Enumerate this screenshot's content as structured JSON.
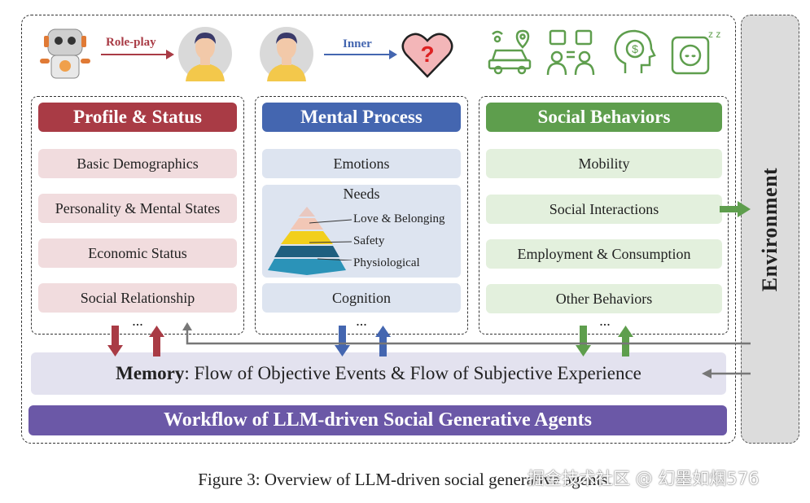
{
  "top": {
    "roleplay_label": "Role-play",
    "inner_label": "Inner",
    "question_mark": "?",
    "sleep_mark": "z z"
  },
  "columns": {
    "profile": {
      "header": "Profile & Status",
      "items": [
        "Basic Demographics",
        "Personality & Mental States",
        "Economic Status",
        "Social Relationship"
      ],
      "more": "..."
    },
    "mental": {
      "header": "Mental Process",
      "emotions": "Emotions",
      "needs": "Needs",
      "needs_levels": [
        "Love & Belonging",
        "Safety",
        "Physiological"
      ],
      "cognition": "Cognition",
      "more": "..."
    },
    "social": {
      "header": "Social Behaviors",
      "items": [
        "Mobility",
        "Social Interactions",
        "Employment & Consumption",
        "Other Behaviors"
      ],
      "more": "..."
    }
  },
  "environment": "Environment",
  "memory": {
    "bold": "Memory",
    "rest": ": Flow of Objective Events & Flow of Subjective Experience"
  },
  "workflow": "Workflow of LLM-driven Social Generative Agents",
  "caption": "Figure 3: Overview of LLM-driven social generative agents.",
  "watermark": "掘金技术社区 @ 幻墨如烟576",
  "colors": {
    "red": "#a93b45",
    "blue": "#4466b0",
    "green": "#5e9e4d",
    "purple": "#6b58a7",
    "arrow_gray": "#777777"
  }
}
